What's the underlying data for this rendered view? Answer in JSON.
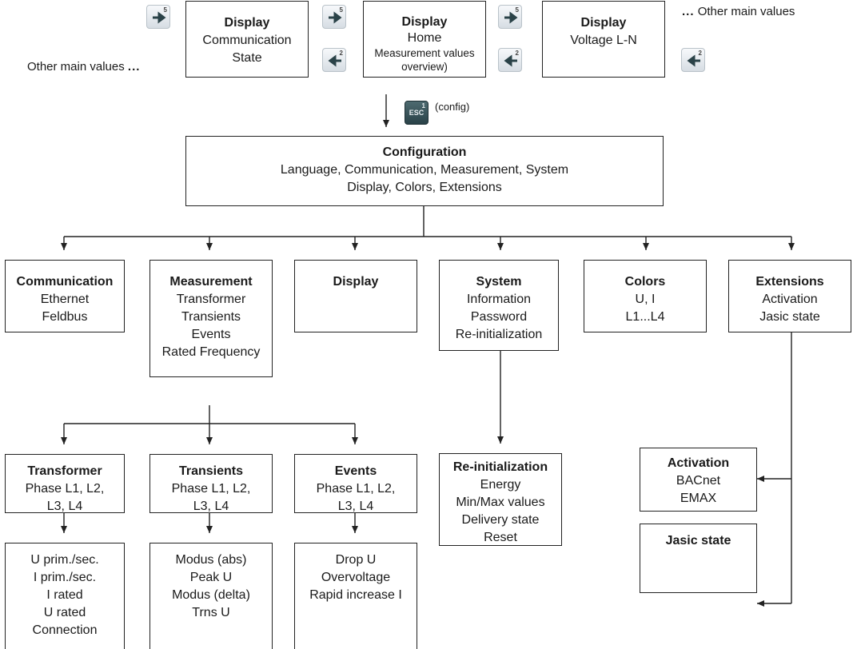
{
  "top": {
    "other_left": "Other main values",
    "other_right": "Other main values",
    "dots": "...",
    "display_comm": {
      "title": "Display",
      "lines": [
        "Communication",
        "State"
      ]
    },
    "display_home": {
      "title": "Display",
      "lines": [
        "Home",
        "Measurement values",
        "overview)"
      ]
    },
    "display_voltage": {
      "title": "Display",
      "lines": [
        "Voltage L-N"
      ]
    },
    "key_right_num": "5",
    "key_left_num": "2",
    "esc_label": "ESC",
    "esc_num": "1",
    "config_note": "(config)"
  },
  "configuration": {
    "title": "Configuration",
    "lines": [
      "Language, Communication, Measurement, System",
      "Display, Colors, Extensions"
    ]
  },
  "level2": {
    "communication": {
      "title": "Communication",
      "lines": [
        "Ethernet",
        "Feldbus"
      ]
    },
    "measurement": {
      "title": "Measurement",
      "lines": [
        "Transformer",
        "Transients",
        "Events",
        "Rated Frequency"
      ]
    },
    "display": {
      "title": "Display",
      "lines": []
    },
    "system": {
      "title": "System",
      "lines": [
        "Information",
        "Password",
        "Re-initialization"
      ]
    },
    "colors": {
      "title": "Colors",
      "lines": [
        "U, I",
        "L1...L4"
      ]
    },
    "extensions": {
      "title": "Extensions",
      "lines": [
        "Activation",
        "Jasic state"
      ]
    }
  },
  "level3": {
    "transformer": {
      "title": "Transformer",
      "lines": [
        "Phase L1, L2,",
        "L3, L4"
      ]
    },
    "transients": {
      "title": "Transients",
      "lines": [
        "Phase L1, L2,",
        "L3, L4"
      ]
    },
    "events": {
      "title": "Events",
      "lines": [
        "Phase L1, L2,",
        "L3, L4"
      ]
    },
    "reinit": {
      "title": "Re-initialization",
      "lines": [
        "Energy",
        "Min/Max values",
        "Delivery state",
        "Reset"
      ]
    },
    "activation": {
      "title": "Activation",
      "lines": [
        "BACnet",
        "EMAX"
      ]
    },
    "jasic": {
      "title": "Jasic state",
      "lines": []
    }
  },
  "level4": {
    "transformer_details": {
      "lines": [
        "U prim./sec.",
        "I prim./sec.",
        "I rated",
        "U rated",
        "Connection"
      ]
    },
    "transients_details": {
      "lines": [
        "Modus (abs)",
        "Peak U",
        "Modus (delta)",
        "Trns U"
      ]
    },
    "events_details": {
      "lines": [
        "Drop U",
        "Overvoltage",
        "Rapid increase I"
      ]
    }
  }
}
